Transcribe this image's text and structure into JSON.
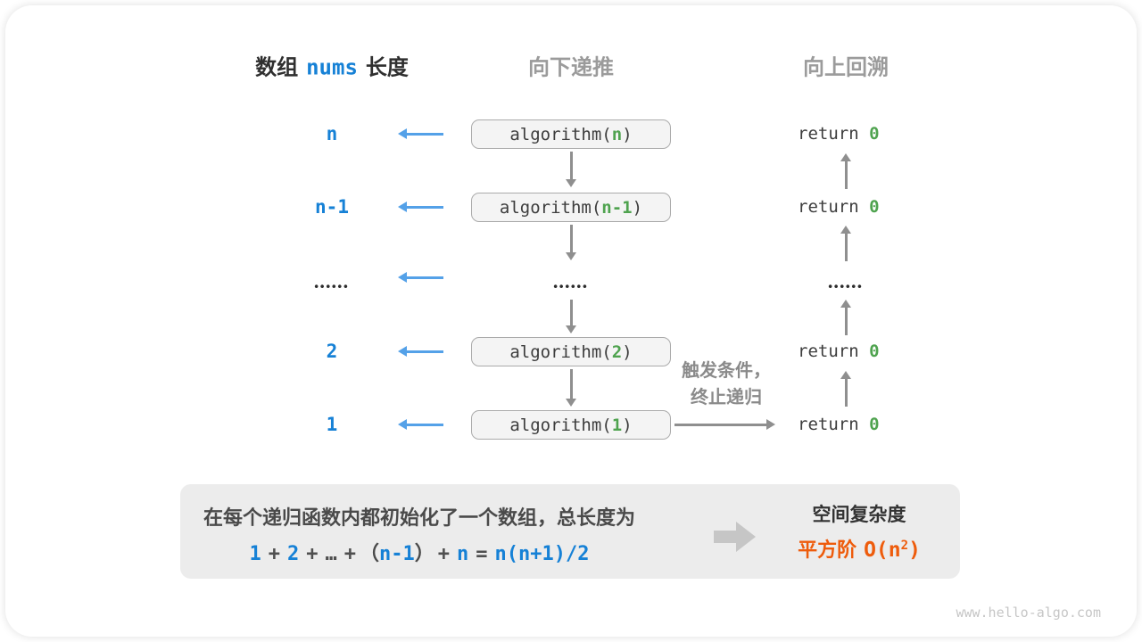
{
  "colors": {
    "accent_blue": "#1681d6",
    "arrow_blue": "#54a1e8",
    "code_green": "#4fa34f",
    "accent_orange": "#ee5c0c",
    "arrow_gray": "#8f8f8f",
    "panel_bg": "#ececec",
    "box_bg": "#f4f4f4"
  },
  "headers": {
    "array_prefix": "数组",
    "array_var": "nums",
    "array_suffix": "长度",
    "down": "向下递推",
    "up": "向上回溯"
  },
  "rows": [
    {
      "length": "n",
      "call_pre": "algorithm(",
      "param": "n",
      "call_post": ")",
      "ret_pre": "return ",
      "ret_val": "0"
    },
    {
      "length": "n-1",
      "call_pre": "algorithm(",
      "param": "n-1",
      "call_post": ")",
      "ret_pre": "return ",
      "ret_val": "0"
    },
    {
      "length_dots": "••••••",
      "call_dots": "••••••",
      "ret_dots": "••••••"
    },
    {
      "length": "2",
      "call_pre": "algorithm(",
      "param": "2",
      "call_post": ")",
      "ret_pre": "return ",
      "ret_val": "0"
    },
    {
      "length": "1",
      "call_pre": "algorithm(",
      "param": "1",
      "call_post": ")",
      "ret_pre": "return ",
      "ret_val": "0"
    }
  ],
  "annotation": {
    "line1": "触发条件，",
    "line2": "终止递归"
  },
  "summary": {
    "line1": "在每个递归函数内都初始化了一个数组，总长度为",
    "formula": [
      {
        "t": "1"
      },
      {
        "t": "+"
      },
      {
        "t": "2"
      },
      {
        "t": "+"
      },
      {
        "t": "…"
      },
      {
        "t": "+"
      },
      {
        "t": "（"
      },
      {
        "t": "n-1"
      },
      {
        "t": "）"
      },
      {
        "t": "+"
      },
      {
        "t": "n"
      },
      {
        "t": "="
      },
      {
        "t": "n(n+1)/2"
      }
    ],
    "complexity_title": "空间复杂度",
    "complexity_name": "平方阶",
    "big_o_pre": "O(n",
    "big_o_exp": "2",
    "big_o_post": ")"
  },
  "watermark": "www.hello-algo.com"
}
